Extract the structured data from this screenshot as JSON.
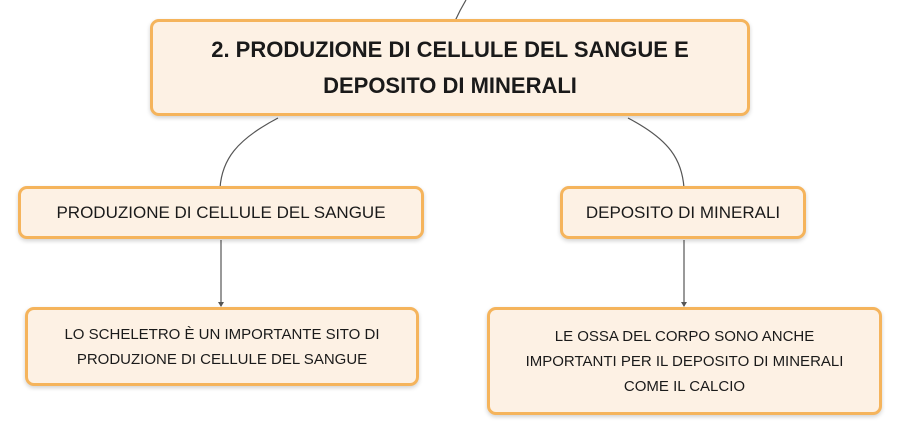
{
  "map": {
    "main_topic": "2. PRODUZIONE DI CELLULE DEL SANGUE E DEPOSITO DI MINERALI",
    "branches": [
      {
        "title": "PRODUZIONE DI CELLULE DEL SANGUE",
        "detail": "LO SCHELETRO È UN IMPORTANTE SITO DI PRODUZIONE DI CELLULE DEL SANGUE"
      },
      {
        "title": "DEPOSITO DI MINERALI",
        "detail": "LE OSSA DEL CORPO SONO ANCHE IMPORTANTI PER IL DEPOSITO DI MINERALI COME IL CALCIO"
      }
    ]
  },
  "colors": {
    "node_fill": "#fdf1e4",
    "node_border": "#f5b45c",
    "connector": "#555555"
  }
}
